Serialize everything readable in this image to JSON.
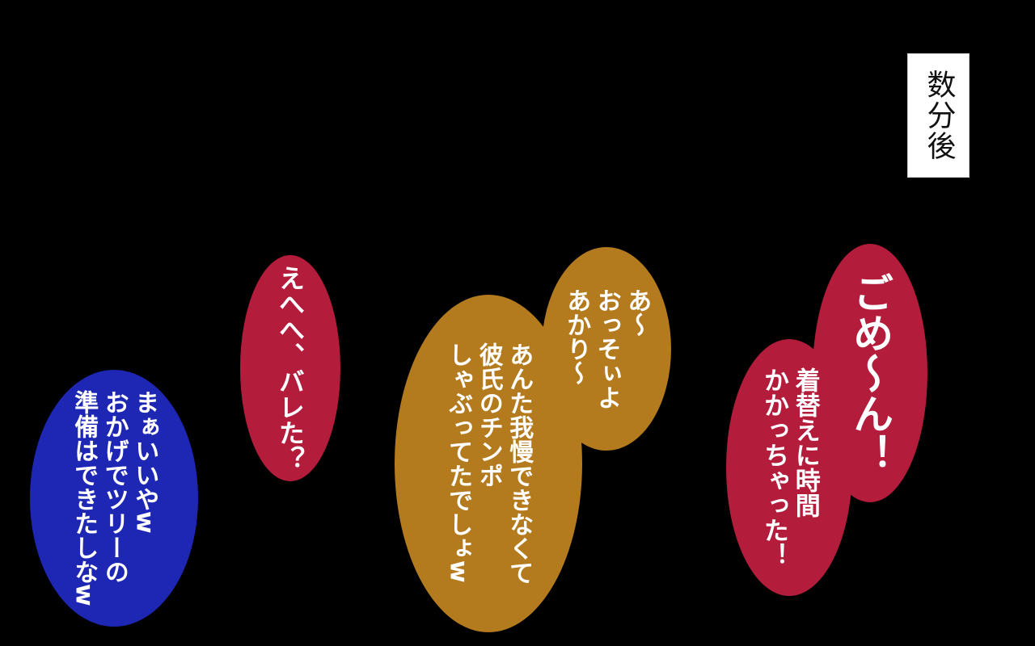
{
  "caption": {
    "text": "数分後"
  },
  "bubbles": {
    "gomen": {
      "text": "ごめ〜ん！",
      "color": "#b41c3c"
    },
    "kigae": {
      "text": "着替えに時間\nかかっちゃった！",
      "color": "#b41c3c"
    },
    "ehehe": {
      "text": "えへへ、バレた？",
      "color": "#b41c3c"
    },
    "osoi": {
      "text": "あ〜\nおっそぃよ\nあかり〜",
      "color": "#b47a1e"
    },
    "anta": {
      "text": "あんた我慢できなくて\n彼氏のチンポ\nしゃぶってたでしょw",
      "color": "#b47a1e"
    },
    "maa": {
      "text": "まぁいいやw\nおかげでツリーの\n準備はできたしなw",
      "color": "#1e26b4"
    }
  }
}
